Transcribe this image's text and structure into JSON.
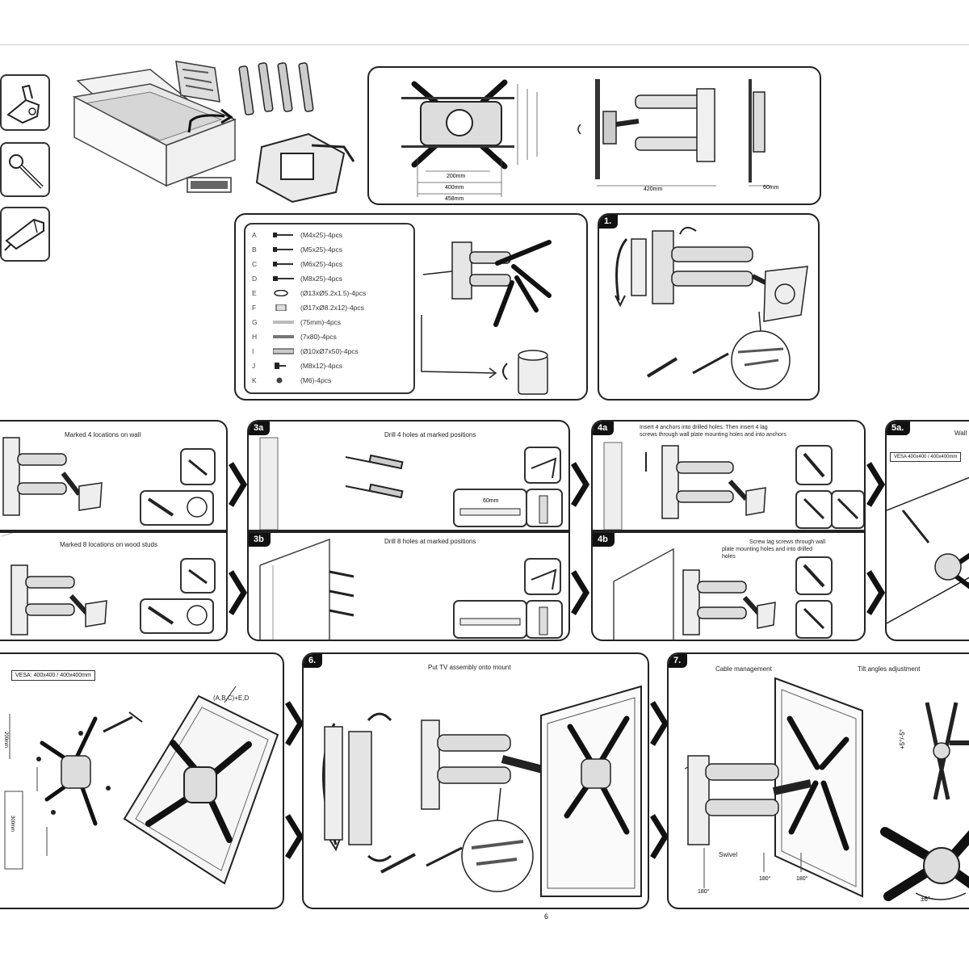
{
  "steps": {
    "s1": "1.",
    "s3a": "3a",
    "s3b": "3b",
    "s4a": "4a",
    "s4b": "4b",
    "s5a": "5a.",
    "s6": "6.",
    "s7": "7."
  },
  "captions": {
    "s2a": "Marked 4 locations on wall",
    "s2b": "Marked 8 locations on wood studs",
    "s3a": "Drill 4 holes at marked positions",
    "s3b": "Drill 8 holes at marked positions",
    "s4a_l1": "Insert 4 anchors into drilled holes. Then insert 4 lag",
    "s4a_l2": "screws through wall plate mounting holes and into anchors",
    "s4b_l1": "Screw lag screws through wall",
    "s4b_l2": "plate mounting holes and into drilled",
    "s4b_l3": "holes",
    "s6": "Put TV assembly onto mount",
    "s7a": "Cable management",
    "s7b": "Tilt angles adjustment",
    "swivel": "Swivel",
    "s5_vesa": "VESA:400x400",
    "s5_topright": "Wall"
  },
  "vesa": {
    "panel5": "VESA: 400x400 / 400x400mm",
    "topright": "VESA 400x400 / 400x400mm"
  },
  "parts": [
    {
      "letter": "A",
      "spec": "(M4x25)-4pcs"
    },
    {
      "letter": "B",
      "spec": "(M5x25)-4pcs"
    },
    {
      "letter": "C",
      "spec": "(M6x25)-4pcs"
    },
    {
      "letter": "D",
      "spec": "(M8x25)-4pcs"
    },
    {
      "letter": "E",
      "spec": "(Ø13xØ5.2x1.5)-4pcs"
    },
    {
      "letter": "F",
      "spec": "(Ø17xØ8.2x12)-4pcs"
    },
    {
      "letter": "G",
      "spec": "(75mm)-4pcs"
    },
    {
      "letter": "H",
      "spec": "(7x80)-4pcs"
    },
    {
      "letter": "I",
      "spec": "(Ø10xØ7x50)-4pcs"
    },
    {
      "letter": "J",
      "spec": "(M8x12)-4pcs"
    },
    {
      "letter": "K",
      "spec": "(M6)-4pcs"
    }
  ],
  "dims": {
    "d1": "200mm",
    "d2": "400mm",
    "d3": "458mm",
    "depth": "420mm",
    "slim": "60mm",
    "abc": "(A,B,C)+E,D",
    "left_dim1": "200mm",
    "left_dim2": "300mm",
    "tilt": "+5°/-5°",
    "rot": "±6°",
    "a1": "180°",
    "a2": "180°",
    "a3": "180°"
  },
  "page_number": "6"
}
